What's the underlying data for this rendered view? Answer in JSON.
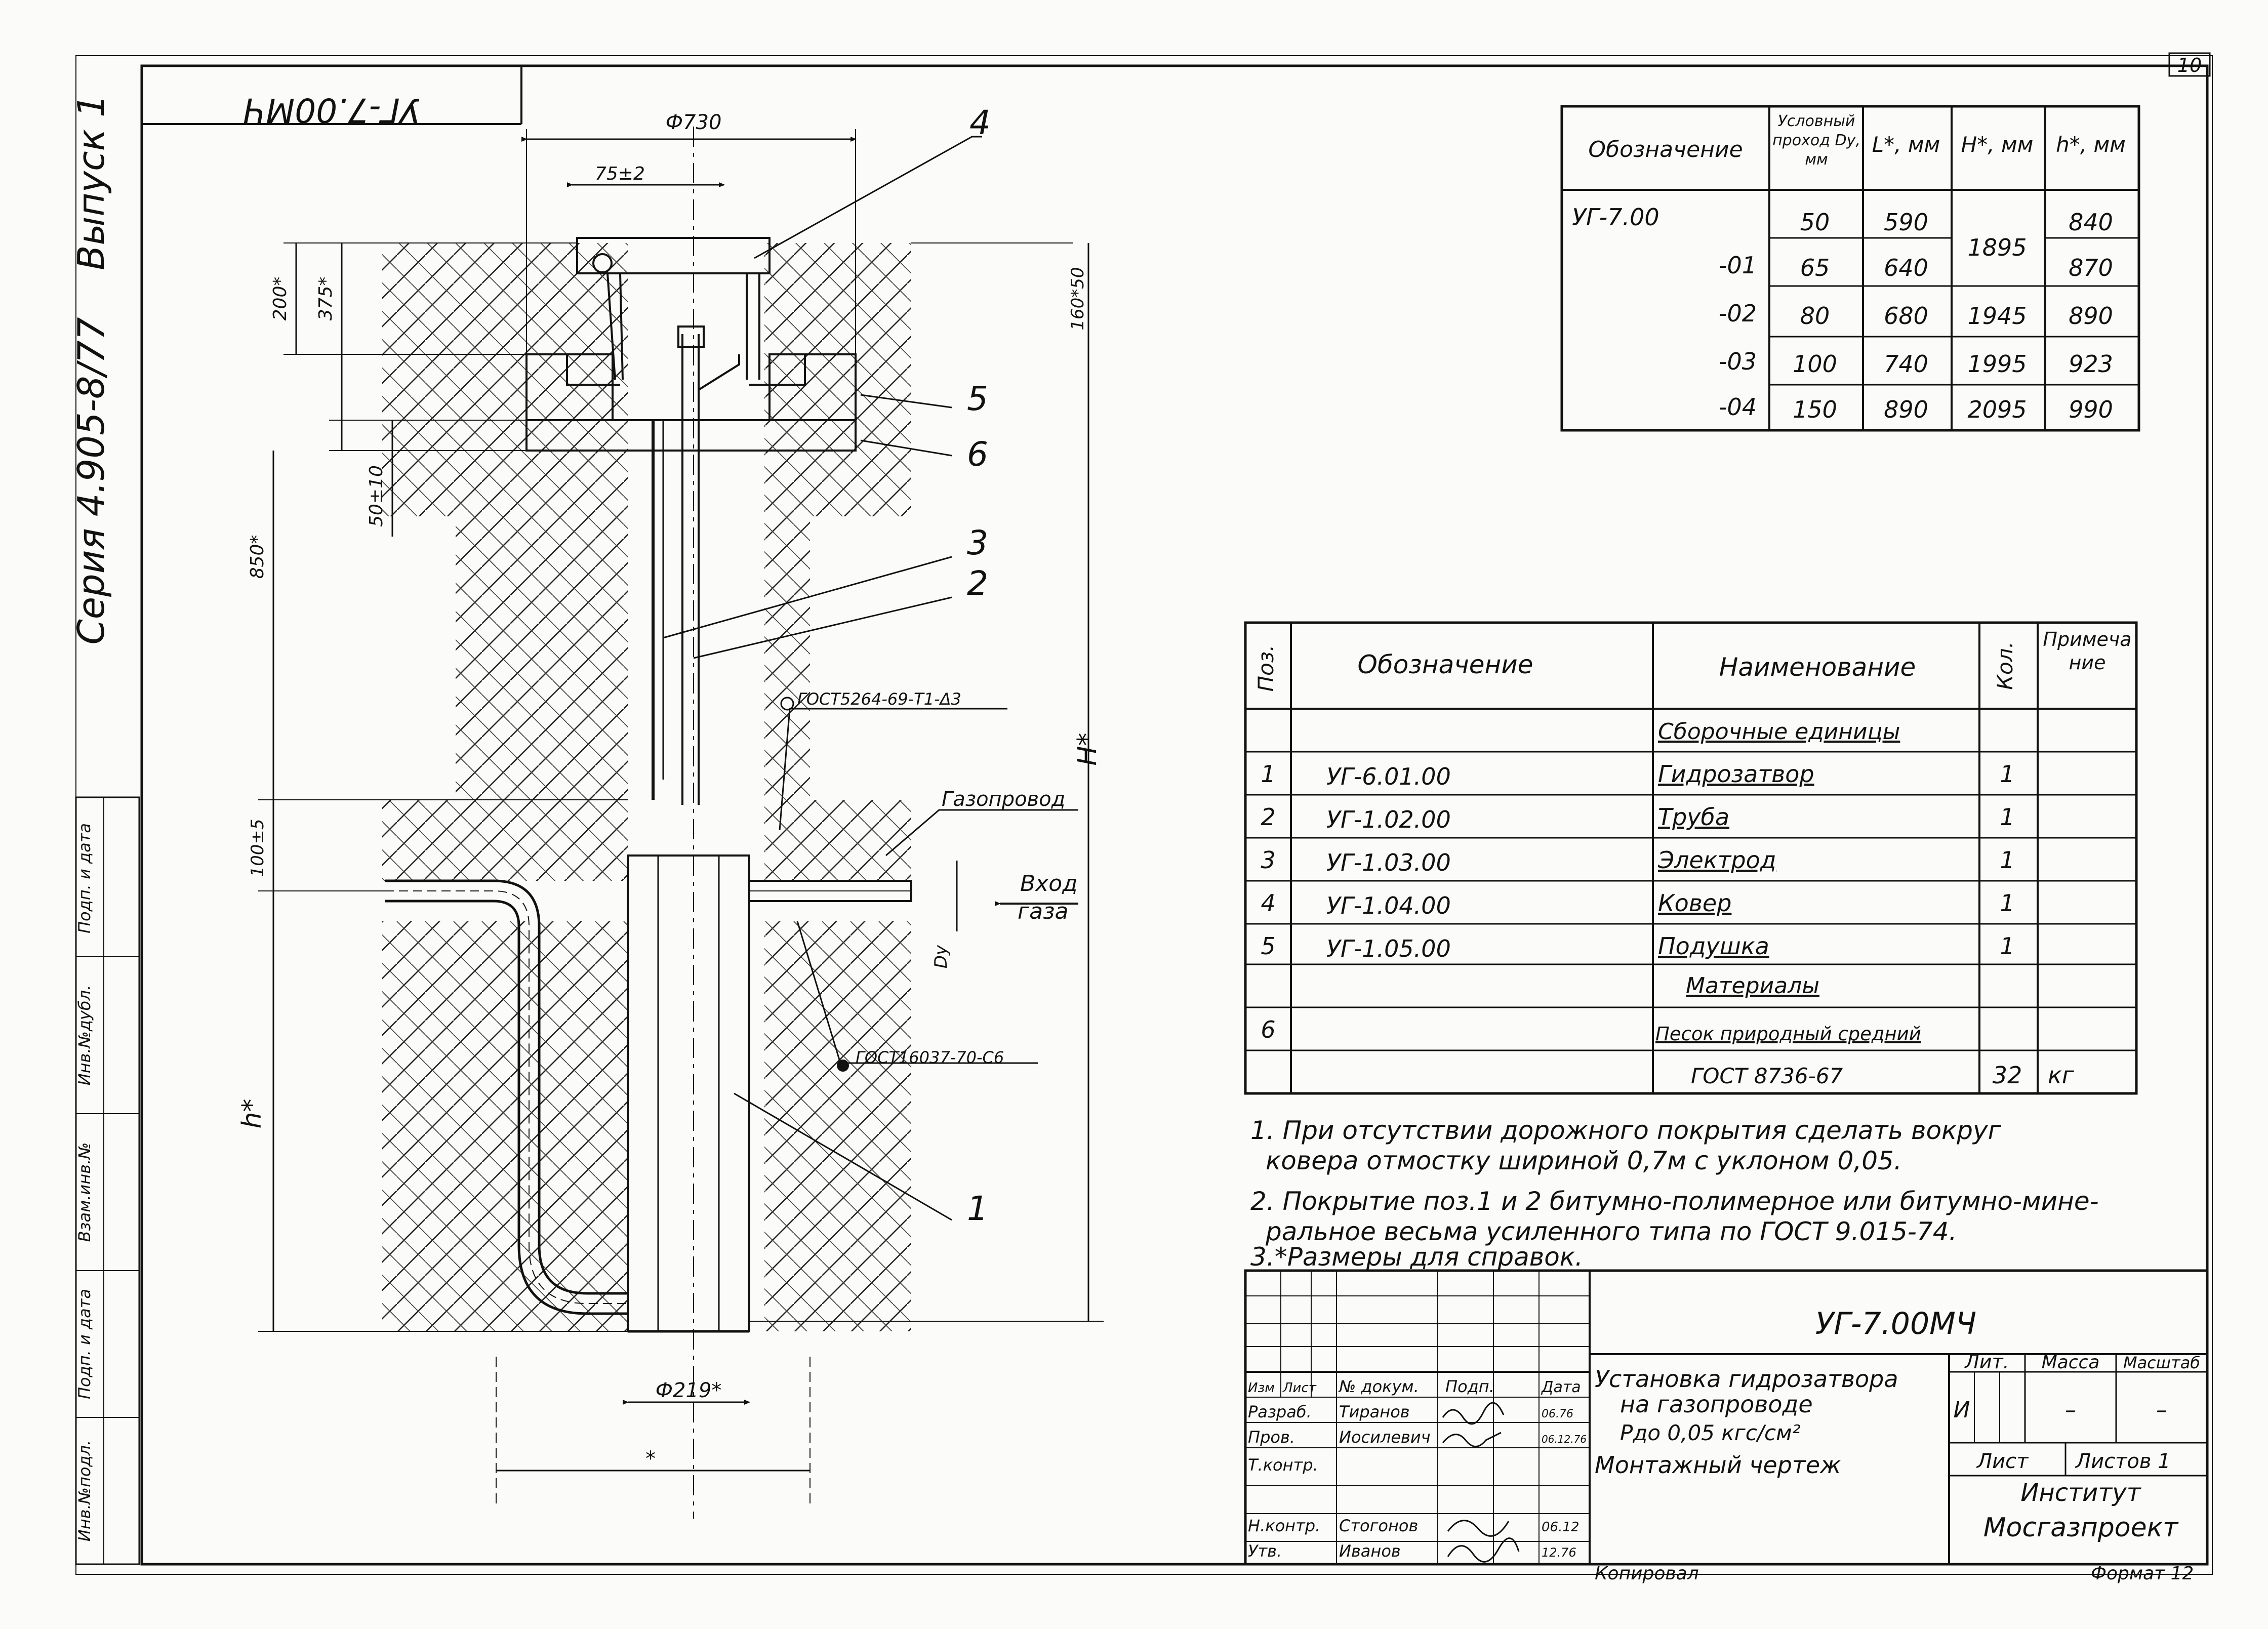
{
  "sheet": {
    "page_number": "10",
    "code_stamp": "УГ-7.00МЧ",
    "series": "Серия 4.905-8/77",
    "issue": "Выпуск 1",
    "copied_by": "Копировал",
    "format": "Формат 12"
  },
  "side_stamp": [
    "Инв.№подл.",
    "Подп. и дата",
    "Взам.инв.№",
    "Инв.№дубл.",
    "Подп. и дата"
  ],
  "drawing": {
    "dims": {
      "d730": "Ф730",
      "c75": "75±2",
      "h200": "200*",
      "h375": "375*",
      "h160": "160*50",
      "h50": "50±10",
      "h850": "850*",
      "h100": "100±5",
      "H": "H*",
      "h": "h*",
      "dy": "Dу",
      "d219": "Ф219*",
      "star": "*"
    },
    "callouts": [
      "1",
      "2",
      "3",
      "4",
      "5",
      "6"
    ],
    "weld_top": "ГОСТ5264-69-Т1-Δ3",
    "weld_bottom": "ГОСТ16037-70-С6",
    "pipeline_label": "Газопровод",
    "gas_inlet": [
      "Вход",
      "газа"
    ]
  },
  "dim_table": {
    "headers": [
      "Обозначение",
      "Условный проход Dу, мм",
      "L*, мм",
      "H*, мм",
      "h*, мм"
    ],
    "rows": [
      [
        "УГ-7.00",
        "50",
        "590",
        "1895",
        "840"
      ],
      [
        "-01",
        "65",
        "640",
        "",
        "870"
      ],
      [
        "-02",
        "80",
        "680",
        "1945",
        "890"
      ],
      [
        "-03",
        "100",
        "740",
        "1995",
        "923"
      ],
      [
        "-04",
        "150",
        "890",
        "2095",
        "990"
      ]
    ]
  },
  "spec_table": {
    "headers": [
      "Поз.",
      "Обозначение",
      "Наименование",
      "Кол.",
      "Примечание"
    ],
    "section_assembly": "Сборочные единицы",
    "section_materials": "Материалы",
    "rows": [
      [
        "1",
        "УГ-6.01.00",
        "Гидрозатвор",
        "1",
        ""
      ],
      [
        "2",
        "УГ-1.02.00",
        "Труба",
        "1",
        ""
      ],
      [
        "3",
        "УГ-1.03.00",
        "Электрод",
        "1",
        ""
      ],
      [
        "4",
        "УГ-1.04.00",
        "Ковер",
        "1",
        ""
      ],
      [
        "5",
        "УГ-1.05.00",
        "Подушка",
        "1",
        ""
      ]
    ],
    "material_row": [
      "6",
      "",
      "Песок природный средний",
      "",
      ""
    ],
    "material_std": [
      "",
      "",
      "ГОСТ 8736-67",
      "32",
      "кг"
    ]
  },
  "notes": [
    "1. При отсутствии дорожного покрытия сделать вокруг",
    "ковера отмостку шириной 0,7м с уклоном 0,05.",
    "2. Покрытие поз.1 и 2 битумно-полимерное или битумно-мине-",
    "ральное весьма усиленного типа по ГОСТ 9.015-74.",
    "3.*Размеры для справок."
  ],
  "title_block": {
    "designation": "УГ-7.00МЧ",
    "title_lines": [
      "Установка гидрозатвора",
      "на газопроводе",
      "Pдо 0,05 кгс/см²",
      "Монтажный чертеж"
    ],
    "col_headers": [
      "Изм",
      "Лист",
      "№ докум.",
      "Подп.",
      "Дата"
    ],
    "people": [
      [
        "Разраб.",
        "Тиранов",
        "",
        "06.76"
      ],
      [
        "Пров.",
        "Иосилевич",
        "",
        "06.12.76"
      ],
      [
        "Т.контр.",
        "",
        "",
        ""
      ],
      [
        "Н.контр.",
        "Стогонов",
        "",
        "06.12"
      ],
      [
        "Утв.",
        "Иванов",
        "",
        "12.76"
      ]
    ],
    "lit_label": "Лит.",
    "lit_value": "И",
    "mass_label": "Масса",
    "mass_value": "–",
    "scale_label": "Масштаб",
    "scale_value": "–",
    "sheet_label": "Лист",
    "sheets_label": "Листов 1",
    "org_line1": "Институт",
    "org_line2": "Мосгазпроект"
  }
}
